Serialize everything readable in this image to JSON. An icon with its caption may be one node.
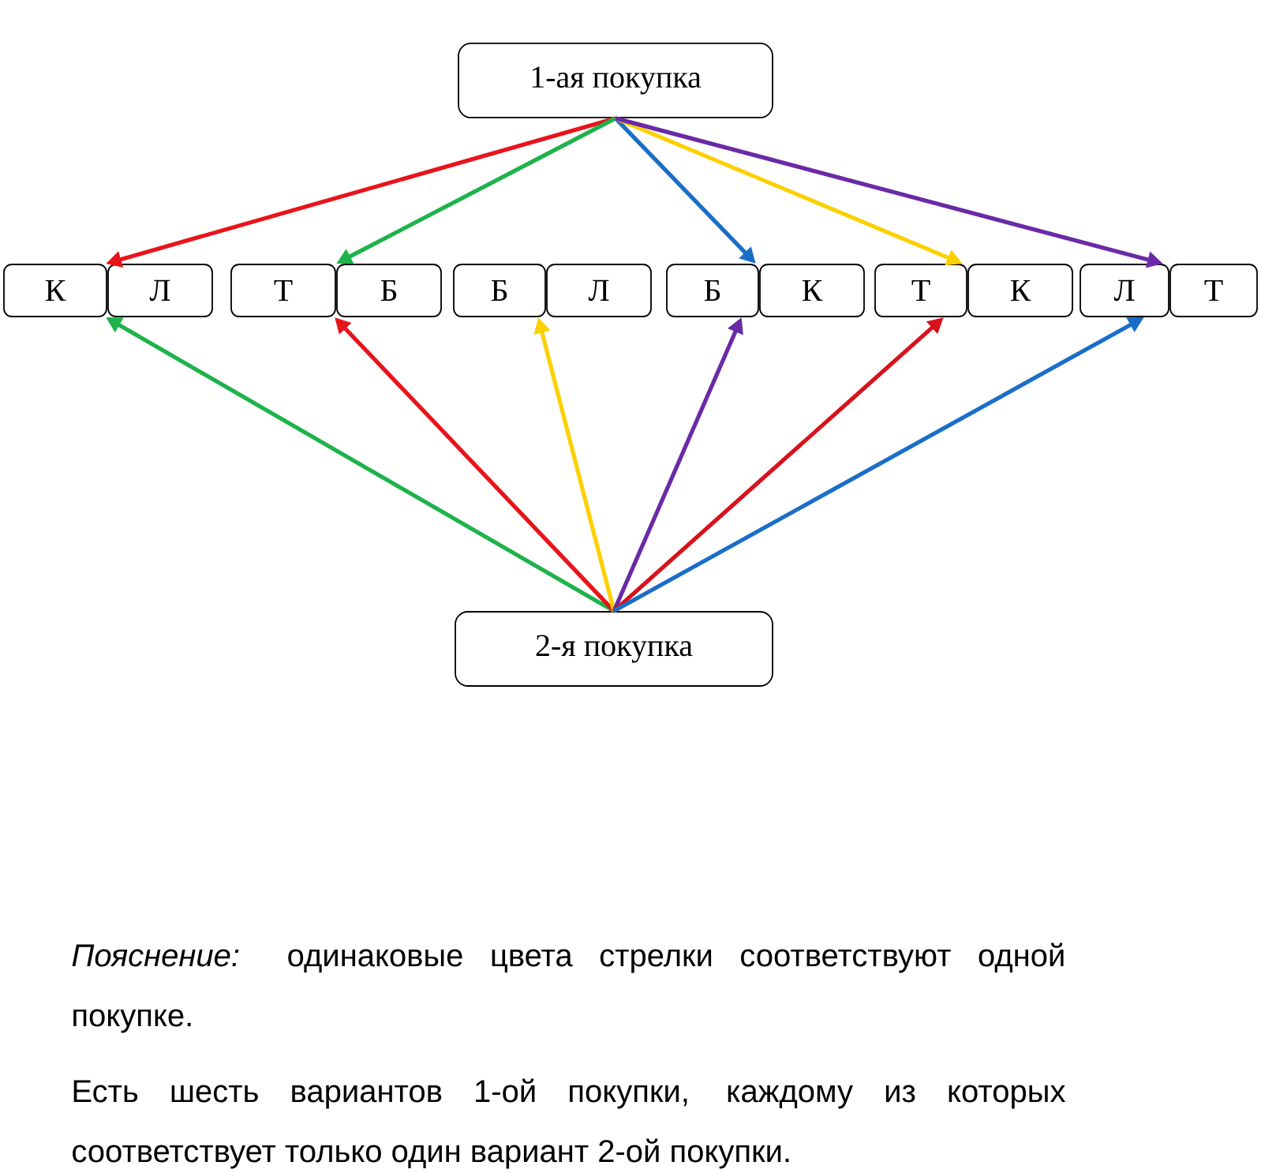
{
  "diagram": {
    "nodes": [
      {
        "text": [
          "1-ая покупка"
        ]
      },
      {
        "text": [
          "К"
        ]
      },
      {
        "text": [
          "Л"
        ]
      },
      {
        "text": [
          "Т"
        ]
      },
      {
        "text": [
          "Б"
        ]
      },
      {
        "text": [
          "Б"
        ]
      },
      {
        "text": [
          "Л"
        ]
      },
      {
        "text": [
          "Б"
        ]
      },
      {
        "text": [
          "К"
        ]
      },
      {
        "text": [
          "Т"
        ]
      },
      {
        "text": [
          "К"
        ]
      },
      {
        "text": [
          "Л"
        ]
      },
      {
        "text": [
          "Т"
        ]
      },
      {
        "text": [
          "2-я покупка"
        ]
      }
    ],
    "edges": [
      {
        "from": 0,
        "to": 1,
        "arrow": "to",
        "color": "#e8141b"
      },
      {
        "from": 0,
        "to": 3,
        "arrow": "to",
        "color": "#1db34a"
      },
      {
        "from": 0,
        "to": 7,
        "arrow": "to",
        "color": "#1a6ec8"
      },
      {
        "from": 0,
        "to": 9,
        "arrow": "to",
        "color": "#fdd000"
      },
      {
        "from": 0,
        "to": 11,
        "arrow": "to",
        "color": "#6a2aa6"
      },
      {
        "from": 13,
        "to": 1,
        "arrow": "to",
        "color": "#1db34a"
      },
      {
        "from": 13,
        "to": 3,
        "arrow": "to",
        "color": "#e8141b"
      },
      {
        "from": 13,
        "to": 5,
        "arrow": "to",
        "color": "#fdd000"
      },
      {
        "from": 13,
        "to": 7,
        "arrow": "to",
        "color": "#6a2aa6"
      },
      {
        "from": 13,
        "to": 9,
        "arrow": "to",
        "color": "#d8121c"
      },
      {
        "from": 13,
        "to": 11,
        "arrow": "to",
        "color": "#1a6ec8"
      }
    ],
    "labels": [
      "*Пояснение:* одинаковые цвета стрелки соответствуют одной покупке.",
      "Есть шесть вариантов 1-ой покупки, каждому из которых соответствует только один вариант 2-ой покупки."
    ]
  }
}
